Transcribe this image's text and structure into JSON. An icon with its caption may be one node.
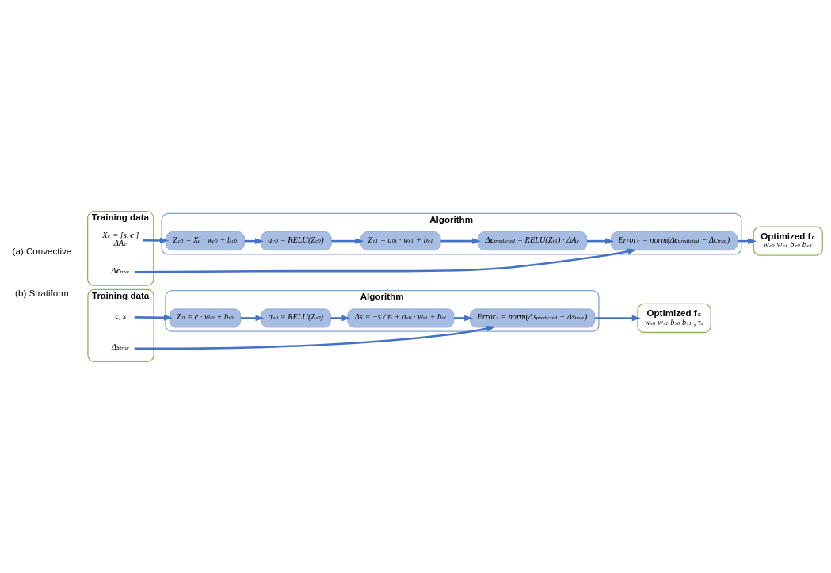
{
  "diagram": {
    "nodes": [
      {
        "text": [
          "Training data"
        ]
      },
      {
        "text": [
          "X$_{c}$ = [s, **c** ]",
          "ΔA$_{c}$"
        ],
        "in": 0
      },
      {
        "text": [
          "Δ**c**$^{true}$"
        ],
        "in": 0
      },
      {
        "text": [
          "Algorithm"
        ]
      },
      {
        "text": [
          "Z$_{c0}$ = X$_{c}$ · w$_{c0}$ + b$_{c0}$"
        ],
        "in": 3
      },
      {
        "text": [
          "a$_{c0}$ = RELU(Z$_{c0}$)"
        ],
        "in": 3
      },
      {
        "text": [
          "Z$^{t}$$_{1}$ = a$_{0}$$^{t}$ · w$_{c1}$ + b$_{c1}$"
        ],
        "in": 3
      },
      {
        "text": [
          "Δ**c**$^{predicted}$ = RELU(Z$^{t}$$_{1}$) · ΔA$_{c}$"
        ],
        "in": 3
      },
      {
        "text": [
          "Error$_{c}$ = norm(Δ**c**$^{predicted}$ − Δ**c**$^{true}$)"
        ],
        "in": 3
      },
      {
        "text": [
          "Optimized f$_{c}$",
          "w$_{c0}$ w$_{c1}$ b$_{c0}$ b$_{c1}$"
        ]
      },
      {
        "text": [
          "Training data"
        ]
      },
      {
        "text": [
          "**c**, s"
        ],
        "in": 10
      },
      {
        "text": [
          "Δs$^{true}$"
        ],
        "in": 10
      },
      {
        "text": [
          "Algorithm"
        ]
      },
      {
        "text": [
          "Z$_{0}$ = **c** · w$_{s0}$ + b$_{s0}$"
        ],
        "in": 13
      },
      {
        "text": [
          "a$_{s0}$ = RELU(Z$_{s0}$)"
        ],
        "in": 13
      },
      {
        "text": [
          "Δs = −s / τ$_{s}$ + a$_{s0}$ · w$_{s1}$ + b$_{s1}$"
        ],
        "in": 13
      },
      {
        "text": [
          "Error$_{s}$ = norm(Δs$^{predicted}$ − Δs$^{true}$)"
        ],
        "in": 13
      },
      {
        "text": [
          "Optimized f$_{s}$",
          "w$_{s0}$ w$_{s1}$ b$_{s0}$ b$_{s1}$ , τ$_{s}$"
        ]
      }
    ],
    "edges": [
      {
        "from": 1,
        "to": 4,
        "arrow": "to"
      },
      {
        "from": 4,
        "to": 5,
        "arrow": "to"
      },
      {
        "from": 5,
        "to": 6,
        "arrow": "to"
      },
      {
        "from": 6,
        "to": 7,
        "arrow": "to"
      },
      {
        "from": 7,
        "to": 8,
        "arrow": "to"
      },
      {
        "from": 2,
        "to": 8,
        "arrow": "to"
      },
      {
        "from": 8,
        "to": 9,
        "arrow": "to"
      },
      {
        "from": 11,
        "to": 14,
        "arrow": "to"
      },
      {
        "from": 14,
        "to": 15,
        "arrow": "to"
      },
      {
        "from": 15,
        "to": 16,
        "arrow": "to"
      },
      {
        "from": 16,
        "to": 17,
        "arrow": "to"
      },
      {
        "from": 12,
        "to": 17,
        "arrow": "to"
      },
      {
        "from": 17,
        "to": 18,
        "arrow": "to"
      }
    ],
    "labels": [
      "(a) Convective",
      "(b) Stratiform"
    ]
  }
}
